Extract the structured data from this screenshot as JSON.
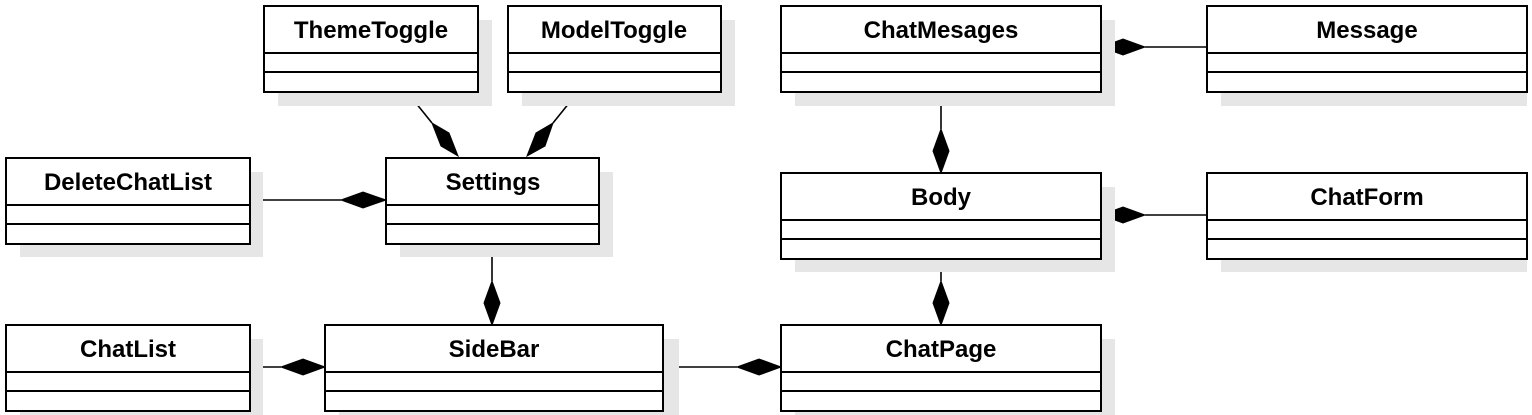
{
  "diagram": {
    "type": "uml-class-diagram",
    "relationship_kind": "composition",
    "colors": {
      "stroke": "#000000",
      "box_fill": "#ffffff",
      "shadow": "#e6e6e6",
      "diamond": "#000000"
    },
    "classes": {
      "theme_toggle": "ThemeToggle",
      "model_toggle": "ModelToggle",
      "chat_mesages": "ChatMesages",
      "message": "Message",
      "delete_chat_list": "DeleteChatList",
      "settings": "Settings",
      "body": "Body",
      "chat_form": "ChatForm",
      "chat_list": "ChatList",
      "side_bar": "SideBar",
      "chat_page": "ChatPage"
    },
    "compositions": [
      {
        "whole": "Settings",
        "part": "ThemeToggle"
      },
      {
        "whole": "Settings",
        "part": "ModelToggle"
      },
      {
        "whole": "Settings",
        "part": "DeleteChatList"
      },
      {
        "whole": "SideBar",
        "part": "Settings"
      },
      {
        "whole": "SideBar",
        "part": "ChatList"
      },
      {
        "whole": "ChatPage",
        "part": "SideBar"
      },
      {
        "whole": "ChatMesages",
        "part": "Message"
      },
      {
        "whole": "Body",
        "part": "ChatMesages"
      },
      {
        "whole": "Body",
        "part": "ChatForm"
      },
      {
        "whole": "ChatPage",
        "part": "Body"
      }
    ]
  }
}
